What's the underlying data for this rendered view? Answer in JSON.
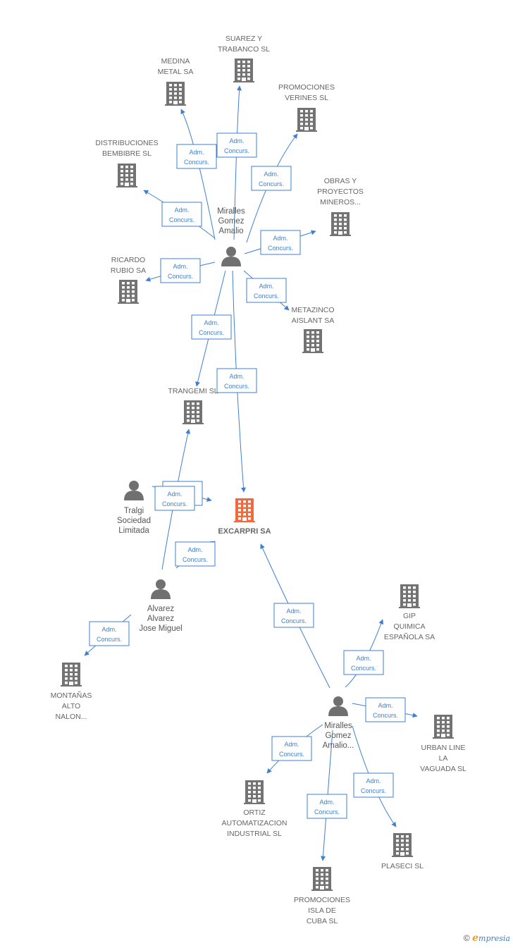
{
  "diagram": {
    "edge_label_line1": "Adm.",
    "edge_label_line2": "Concurs.",
    "nodes": [
      {
        "id": "excarpri",
        "type": "company-main",
        "lines": [
          "EXCARPRI SA"
        ]
      },
      {
        "id": "miralles1",
        "type": "person",
        "lines": [
          "Miralles",
          "Gomez",
          "Amalio"
        ]
      },
      {
        "id": "miralles2",
        "type": "person",
        "lines": [
          "Miralles",
          "Gomez",
          "Amalio..."
        ]
      },
      {
        "id": "tralgi",
        "type": "person",
        "lines": [
          "Tralgi",
          "Sociedad",
          "Limitada"
        ]
      },
      {
        "id": "alvarez",
        "type": "person",
        "lines": [
          "Alvarez",
          "Alvarez",
          "Jose Miguel"
        ]
      },
      {
        "id": "suarez",
        "type": "company",
        "lines": [
          "SUAREZ Y",
          "TRABANCO SL"
        ]
      },
      {
        "id": "medina",
        "type": "company",
        "lines": [
          "MEDINA",
          "METAL SA"
        ]
      },
      {
        "id": "promo_verines",
        "type": "company",
        "lines": [
          "PROMOCIONES",
          "VERINES SL"
        ]
      },
      {
        "id": "distribuciones",
        "type": "company",
        "lines": [
          "DISTRIBUCIONES",
          "BEMBIBRE  SL"
        ]
      },
      {
        "id": "obras",
        "type": "company",
        "lines": [
          "OBRAS Y",
          "PROYECTOS",
          "MINEROS..."
        ]
      },
      {
        "id": "ricardo",
        "type": "company",
        "lines": [
          "RICARDO",
          "RUBIO SA"
        ]
      },
      {
        "id": "metazinco",
        "type": "company",
        "lines": [
          "METAZINCO",
          "AISLANT SA"
        ]
      },
      {
        "id": "trangemi",
        "type": "company",
        "lines": [
          "TRANGEMI SL"
        ]
      },
      {
        "id": "montanas",
        "type": "company",
        "lines": [
          "MONTAÑAS",
          "ALTO",
          "NALON..."
        ]
      },
      {
        "id": "gip",
        "type": "company",
        "lines": [
          "GIP",
          "QUIMICA",
          "ESPAÑOLA SA"
        ]
      },
      {
        "id": "urban",
        "type": "company",
        "lines": [
          "URBAN LINE",
          "LA",
          "VAGUADA SL"
        ]
      },
      {
        "id": "ortiz",
        "type": "company",
        "lines": [
          "ORTIZ",
          "AUTOMATIZACION",
          "INDUSTRIAL SL"
        ]
      },
      {
        "id": "plaseci",
        "type": "company",
        "lines": [
          "PLASECI SL"
        ]
      },
      {
        "id": "promo_isla",
        "type": "company",
        "lines": [
          "PROMOCIONES",
          "ISLA DE",
          "CUBA SL"
        ]
      }
    ],
    "edges": [
      {
        "from": "miralles1",
        "to": "suarez"
      },
      {
        "from": "miralles1",
        "to": "medina"
      },
      {
        "from": "miralles1",
        "to": "promo_verines"
      },
      {
        "from": "miralles1",
        "to": "distribuciones"
      },
      {
        "from": "miralles1",
        "to": "obras"
      },
      {
        "from": "miralles1",
        "to": "ricardo"
      },
      {
        "from": "miralles1",
        "to": "metazinco"
      },
      {
        "from": "miralles1",
        "to": "trangemi"
      },
      {
        "from": "miralles1",
        "to": "excarpri"
      },
      {
        "from": "tralgi",
        "to": "excarpri"
      },
      {
        "from": "alvarez",
        "to": "trangemi"
      },
      {
        "from": "alvarez",
        "to": "excarpri"
      },
      {
        "from": "alvarez",
        "to": "montanas"
      },
      {
        "from": "miralles2",
        "to": "excarpri"
      },
      {
        "from": "miralles2",
        "to": "gip"
      },
      {
        "from": "miralles2",
        "to": "urban"
      },
      {
        "from": "miralles2",
        "to": "ortiz"
      },
      {
        "from": "miralles2",
        "to": "plaseci"
      },
      {
        "from": "miralles2",
        "to": "promo_isla"
      }
    ]
  },
  "footer": {
    "copyright_symbol": "©",
    "brand_initial": "e",
    "brand_rest": "mpresia"
  }
}
